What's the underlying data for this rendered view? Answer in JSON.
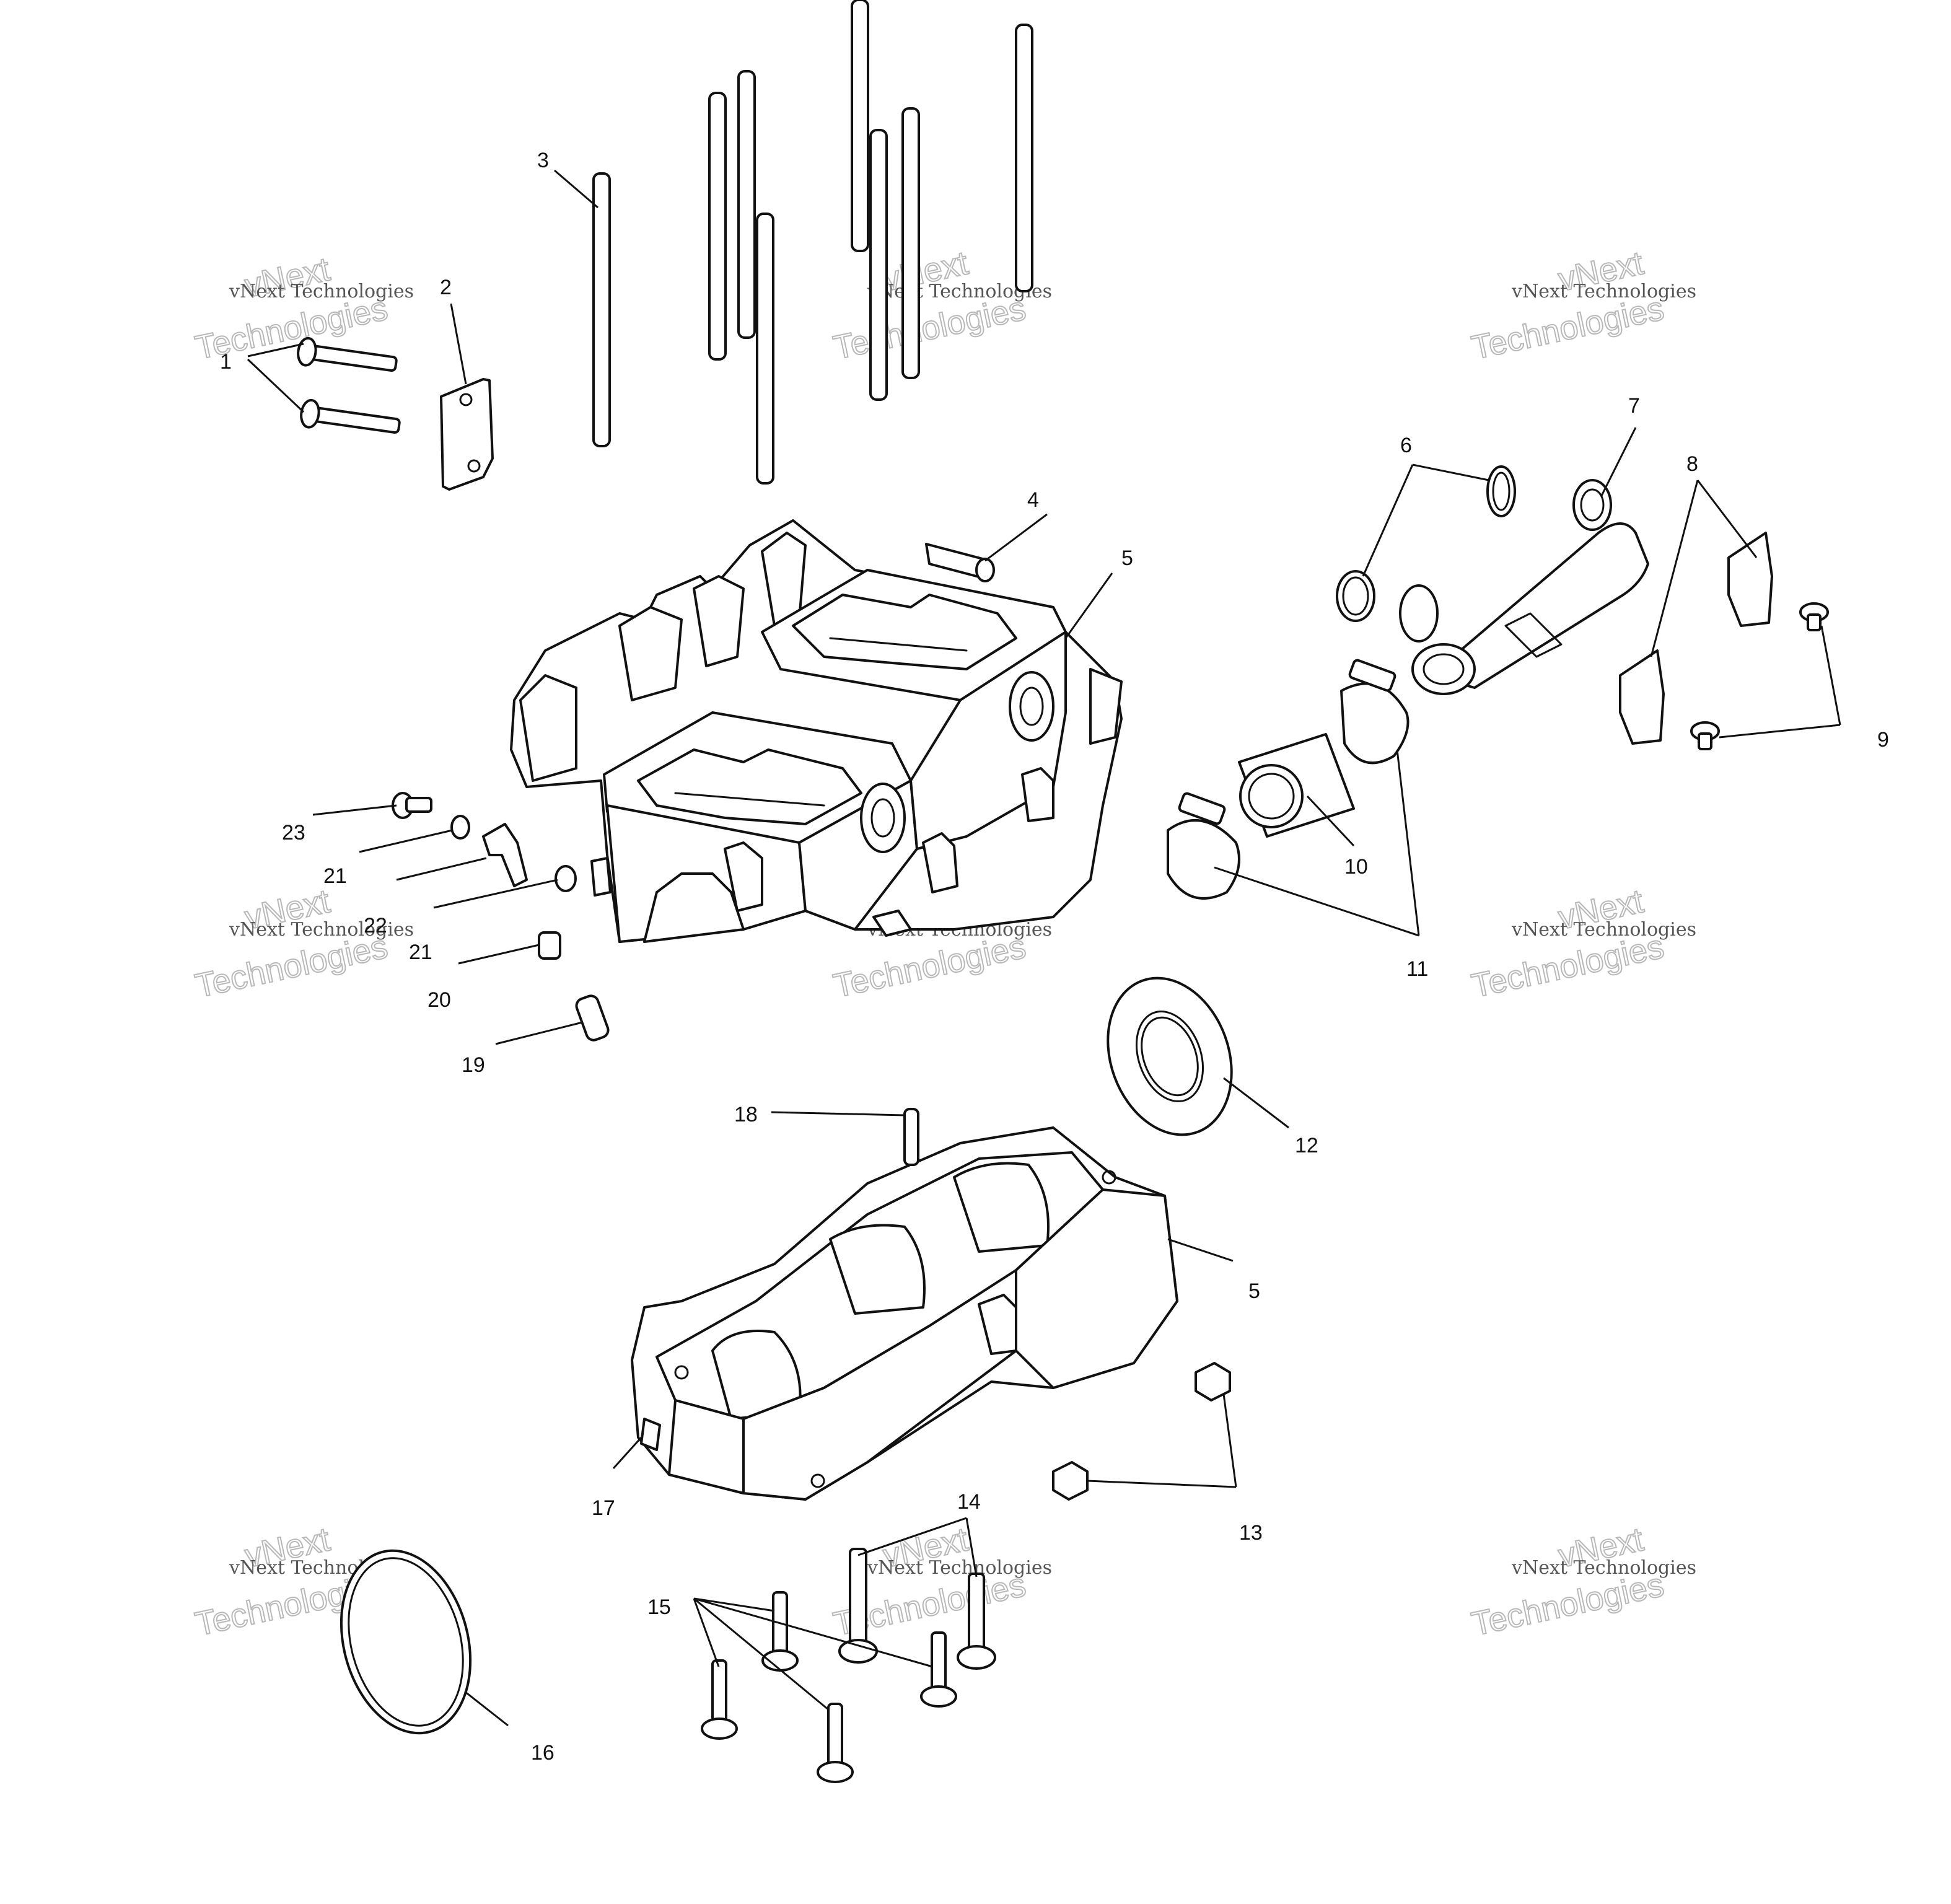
{
  "diagram": {
    "callouts": {
      "c1": "1",
      "c2": "2",
      "c3": "3",
      "c4": "4",
      "c5a": "5",
      "c5b": "5",
      "c6": "6",
      "c7": "7",
      "c8": "8",
      "c9": "9",
      "c10": "10",
      "c11": "11",
      "c12": "12",
      "c13": "13",
      "c14": "14",
      "c15": "15",
      "c16": "16",
      "c17": "17",
      "c18": "18",
      "c19": "19",
      "c20": "20",
      "c21a": "21",
      "c21b": "21",
      "c22": "22",
      "c23": "23"
    },
    "watermark": {
      "line1": "vNext",
      "line2": "vNext Technologies",
      "line3": "Technologies"
    },
    "colors": {
      "ink": "#111111",
      "paper": "#ffffff",
      "watermark": "#b8b8b8"
    }
  }
}
